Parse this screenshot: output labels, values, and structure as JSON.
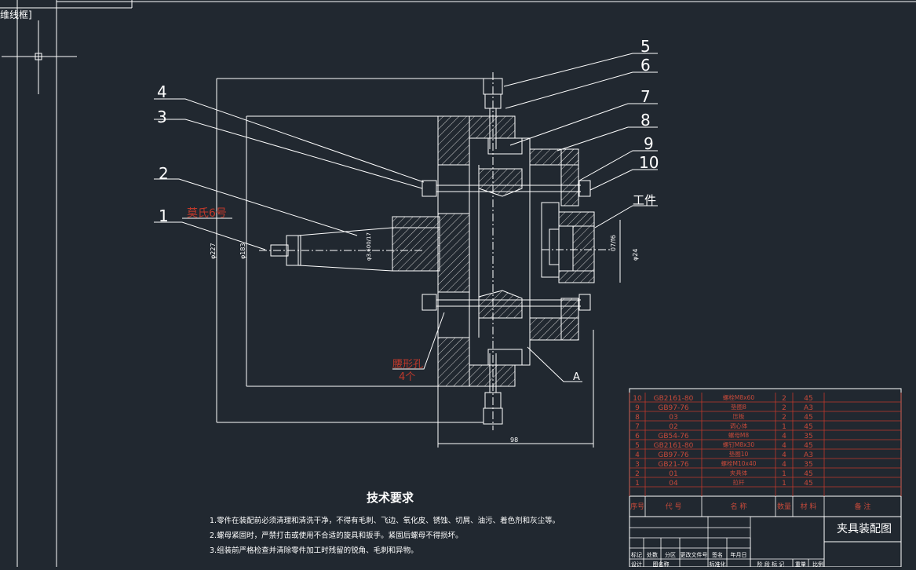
{
  "viewport": {
    "label": "[二维线框]",
    "label_visible": "维线框]"
  },
  "colors": {
    "background": "#212830",
    "geometry": "#ffffff",
    "leader": "#ffffff",
    "table_red": "#c0392b",
    "table_text": "#c84a3a",
    "hatch": "#c8c8c8"
  },
  "balloons": [
    "1",
    "2",
    "3",
    "4",
    "5",
    "6",
    "7",
    "8",
    "9",
    "10"
  ],
  "callouts": {
    "workpiece": "工件",
    "morse_taper": "莫氏6号",
    "kidney_slot": "腰形孔",
    "slot_count": "4个",
    "view_A": "A"
  },
  "dimensions": {
    "d1": "φ227",
    "d2": "φ183",
    "d3": "φ3.600/17",
    "d4": "07/f6",
    "d5": "φ24",
    "d6": "98"
  },
  "technical_requirements": {
    "title": "技术要求",
    "items": [
      "1.零件在装配前必须清理和清洗干净，不得有毛刺、飞边、氧化皮、锈蚀、切屑、油污、着色剂和灰尘等。",
      "2.螺母紧固时，严禁打击或使用不合适的旋具和扳手。紧固后螺母不得损坏。",
      "3.组装前严格检查并清除零件加工时残留的锐角、毛刺和异物。"
    ]
  },
  "parts_list": {
    "rows": [
      {
        "no": "10",
        "code": "GB2161-80",
        "name": "螺栓M8x60",
        "qty": "2",
        "material": "45"
      },
      {
        "no": "9",
        "code": "GB97-76",
        "name": "垫圈8",
        "qty": "2",
        "material": "A3"
      },
      {
        "no": "8",
        "code": "03",
        "name": "压板",
        "qty": "2",
        "material": "45"
      },
      {
        "no": "7",
        "code": "02",
        "name": "调心体",
        "qty": "1",
        "material": "45"
      },
      {
        "no": "6",
        "code": "GB54-76",
        "name": "螺母M8",
        "qty": "4",
        "material": "35"
      },
      {
        "no": "5",
        "code": "GB2161-80",
        "name": "螺钉M8x30",
        "qty": "4",
        "material": "45"
      },
      {
        "no": "4",
        "code": "GB97-76",
        "name": "垫圈10",
        "qty": "4",
        "material": "A3"
      },
      {
        "no": "3",
        "code": "GB21-76",
        "name": "螺栓M10x40",
        "qty": "4",
        "material": "35"
      },
      {
        "no": "2",
        "code": "01",
        "name": "夹具体",
        "qty": "1",
        "material": "45"
      },
      {
        "no": "1",
        "code": "04",
        "name": "拉杆",
        "qty": "1",
        "material": "45"
      }
    ],
    "header": {
      "no": "序号",
      "code": "代 号",
      "name": "名 称",
      "qty": "数量",
      "material": "材 料",
      "remark": "备 注"
    }
  },
  "title_block": {
    "drawing_title": "夹具装配图",
    "row1": [
      "标记",
      "处数",
      "分区",
      "更改文件号",
      "签名",
      "年月日"
    ],
    "row2": [
      "设计",
      "图名称",
      "",
      "标准化",
      ""
    ],
    "stage_labels": [
      "阶 段 标 记",
      "重量",
      "比例"
    ]
  }
}
